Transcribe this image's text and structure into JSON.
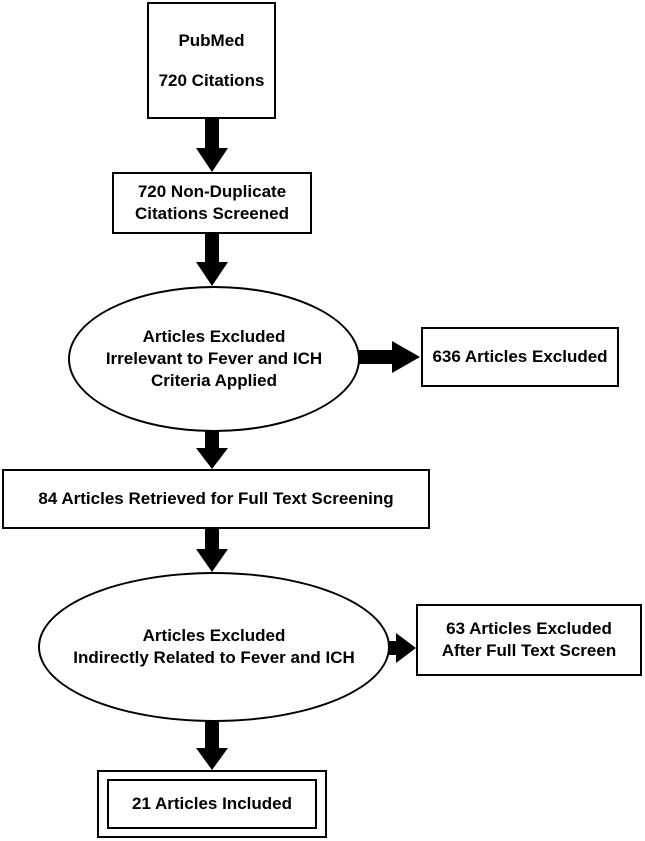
{
  "source_box": {
    "line1": "PubMed",
    "line2": "720 Citations"
  },
  "screened_box": {
    "line1": "720 Non-Duplicate",
    "line2": "Citations Screened"
  },
  "exclusion1_ellipse": {
    "line1": "Articles Excluded",
    "line2": "Irrelevant to Fever and ICH",
    "line3": "Criteria Applied"
  },
  "excluded1_box": {
    "line1": "636 Articles Excluded"
  },
  "retrieved_box": {
    "line1": "84 Articles Retrieved for Full Text Screening"
  },
  "exclusion2_ellipse": {
    "line1": "Articles Excluded",
    "line2": "Indirectly Related to Fever and ICH"
  },
  "excluded2_box": {
    "line1": "63 Articles Excluded",
    "line2": "After Full Text Screen"
  },
  "included_box": {
    "line1": "21 Articles Included"
  },
  "colors": {
    "stroke": "#000000",
    "background": "#ffffff"
  }
}
